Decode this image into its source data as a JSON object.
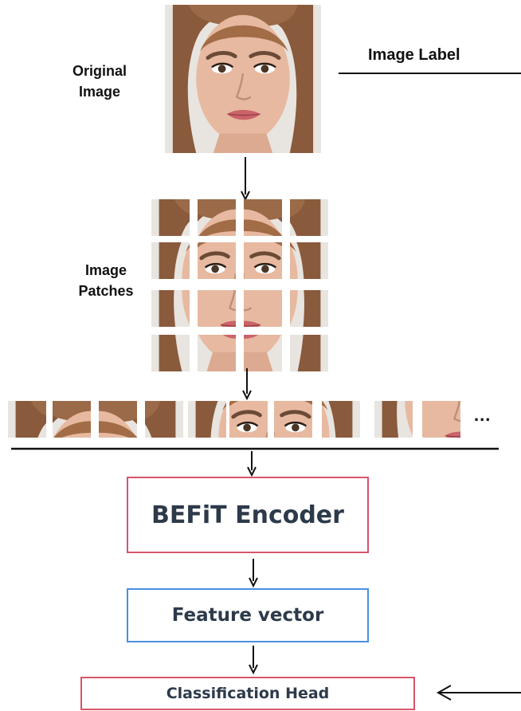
{
  "labels": {
    "original_image": "Original Image",
    "image_patches": "Image Patches",
    "image_label": "Image Label",
    "ellipsis": "..."
  },
  "boxes": {
    "encoder": "BEFiT Encoder",
    "feature_vector": "Feature vector",
    "classification_head": "Classification Head"
  },
  "colors": {
    "encoder_border": "#d9536b",
    "feature_border": "#4a90e2",
    "head_border": "#d9536b",
    "box_text": "#2d3a4a"
  }
}
